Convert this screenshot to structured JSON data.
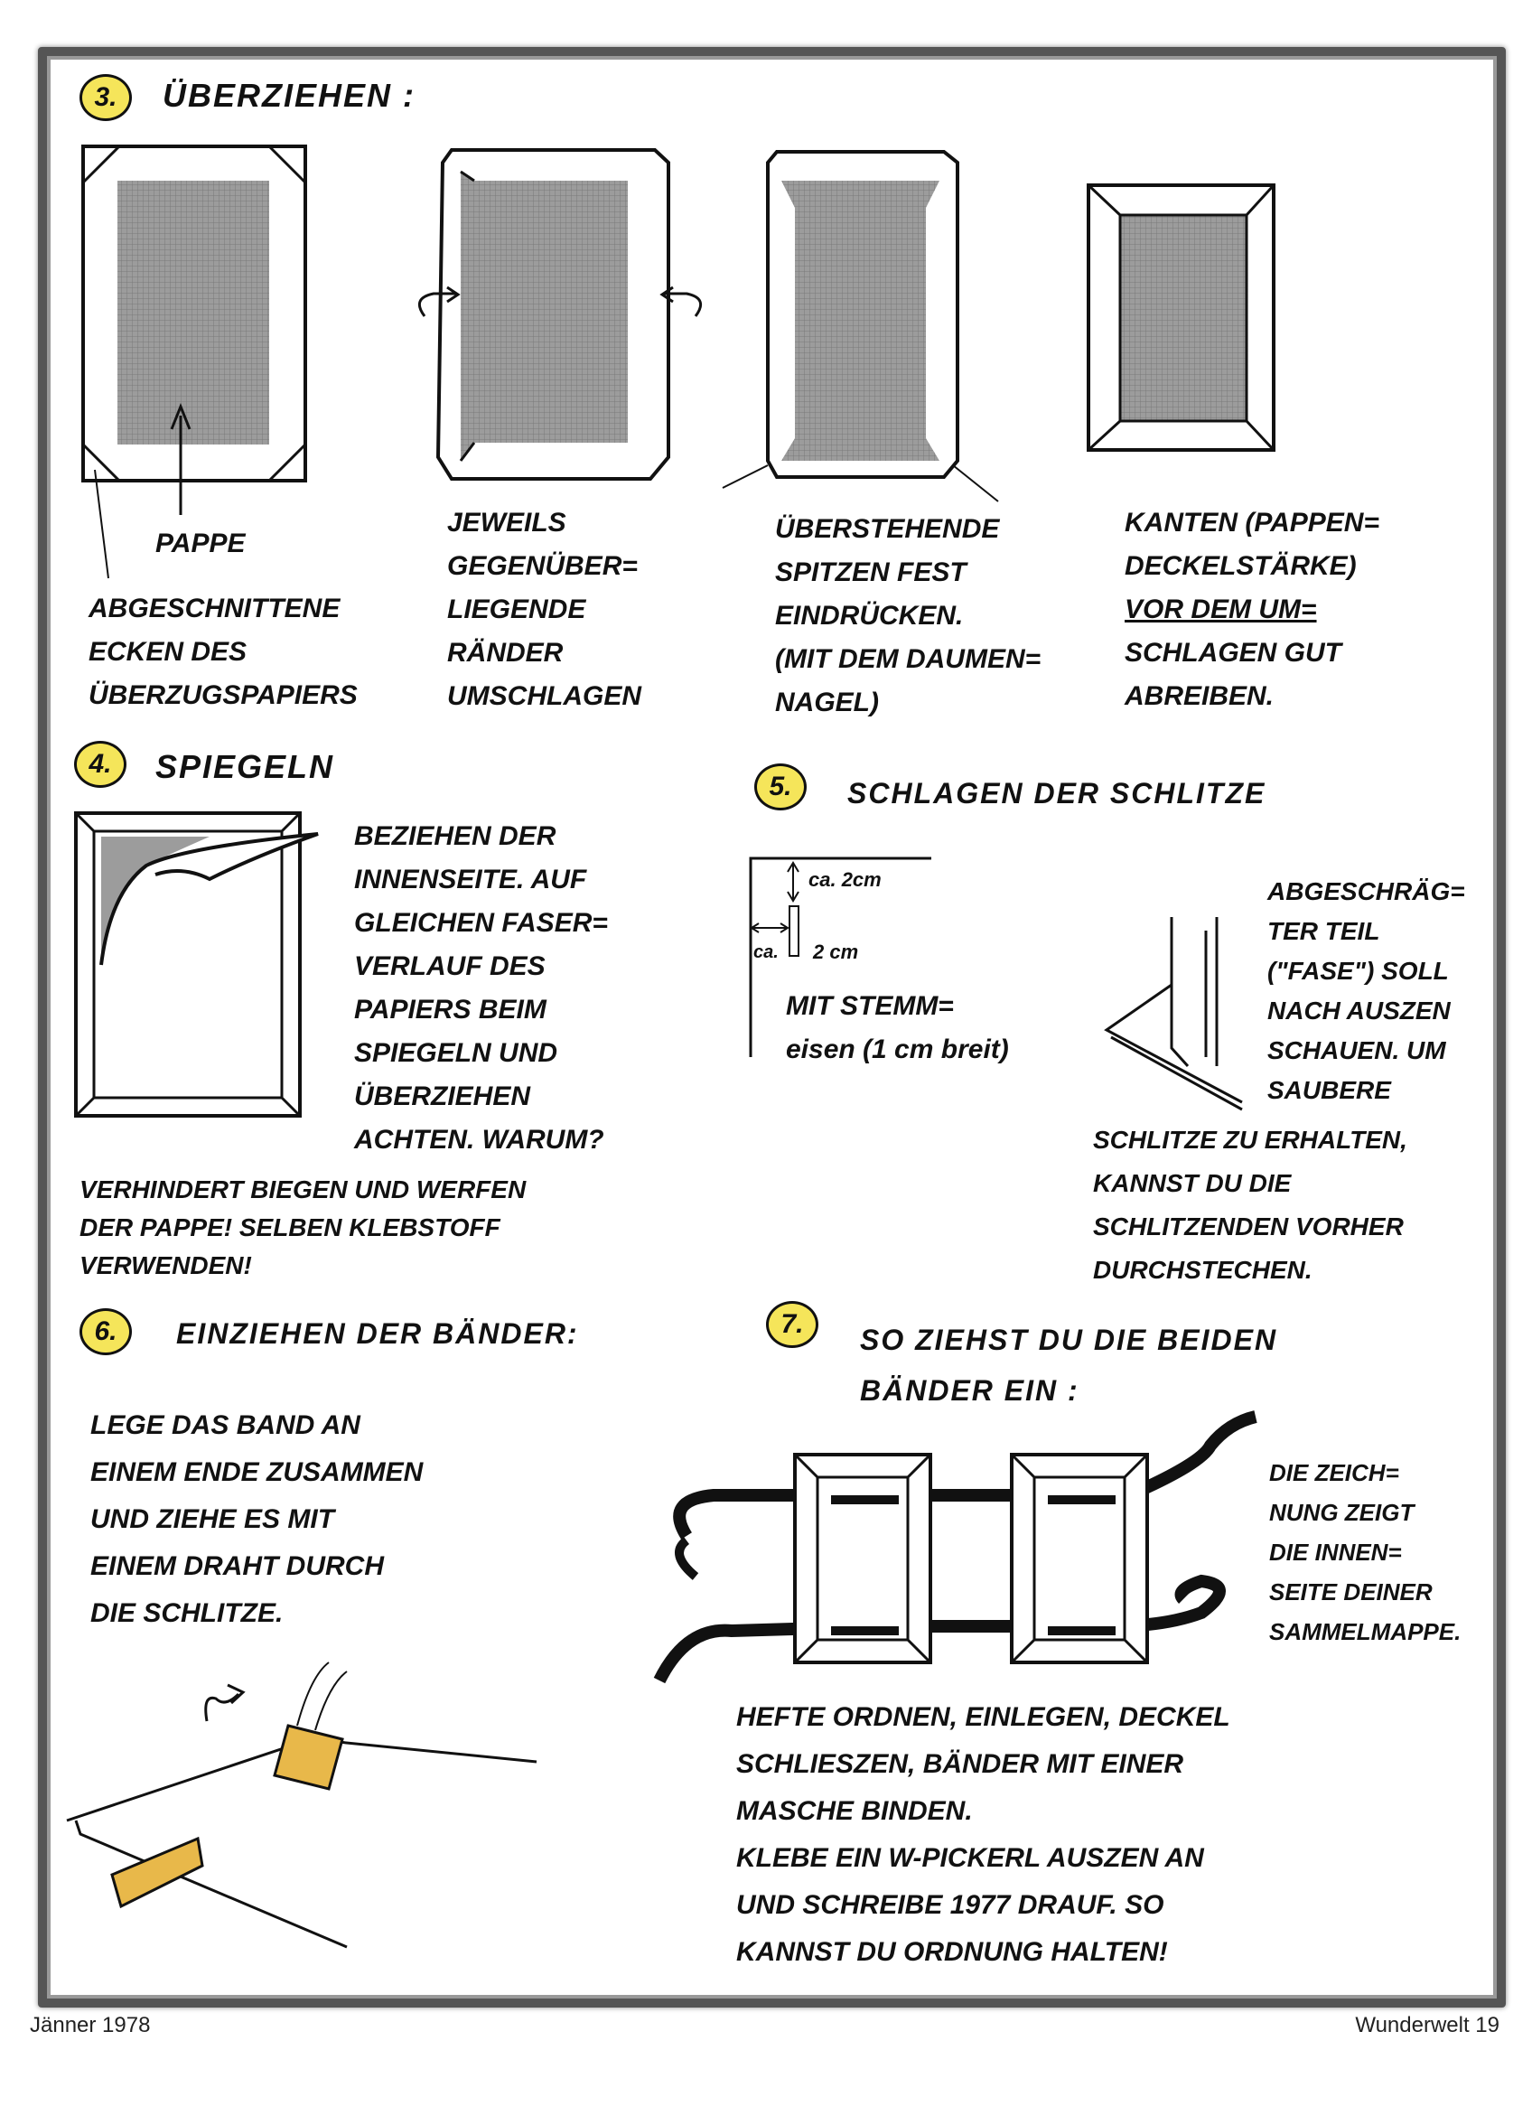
{
  "section3": {
    "number": "3.",
    "title": "Überziehen :",
    "label_pappe": "Pappe",
    "captions": [
      [
        "Abgeschnittene",
        "Ecken des",
        "Überzugspapiers"
      ],
      [
        "Jeweils",
        "gegenüber=",
        "liegende",
        "Ränder",
        "umschlagen"
      ],
      [
        "Überstehende",
        "Spitzen fest",
        "eindrücken.",
        "(Mit dem Daumen=",
        " Nagel)"
      ],
      [
        "Kanten (Pappen=",
        "deckelstärke)",
        "Vor dem um=",
        "schlagen gut",
        "abreiben."
      ]
    ]
  },
  "section4": {
    "number": "4.",
    "title": "Spiegeln",
    "text": [
      "Beziehen der",
      "Innenseite. Auf",
      "gleichen Faser=",
      "verlauf des",
      "Papiers beim",
      "Spiegeln und",
      "Überziehen",
      "achten. Warum?"
    ],
    "answer": [
      "Verhindert Biegen und Werfen",
      "der Pappe! Selben Klebstoff",
      "verwenden!"
    ]
  },
  "section5": {
    "number": "5.",
    "title": "Schlagen der Schlitze",
    "dim_top": "ca. 2cm",
    "dim_side": "ca.",
    "dim_len": "2 cm",
    "tool_text": [
      "Mit Stemm=",
      "eisen (1 cm breit)"
    ],
    "right_text": [
      "Abgeschräg=",
      "ter Teil",
      "(\"Fase\") soll",
      "nach auszen",
      "schauen. Um",
      "saubere"
    ],
    "bottom_text": [
      "Schlitze zu erhalten,",
      "kannst du die",
      "Schlitzenden vorher",
      "durchstechen."
    ]
  },
  "section6": {
    "number": "6.",
    "title": "Einziehen der Bänder:",
    "text": [
      "Lege das Band an",
      "einem Ende zusammen",
      "und ziehe es mit",
      "einem Draht durch",
      "die Schlitze."
    ]
  },
  "section7": {
    "number": "7.",
    "title": [
      "So ziehst du die beiden",
      "Bänder ein :"
    ],
    "side_text": [
      "Die Zeich=",
      "nung zeigt",
      "die innen=",
      "seite deiner",
      "Sammelmappe."
    ],
    "bottom_text": [
      "Hefte ordnen, einlegen, Deckel",
      "schlieszen, Bänder mit einer",
      "Masche binden.",
      "Klebe ein W-Pickerl auszen an",
      "und schreibe 1977 drauf. So",
      "kannst du Ordnung halten!"
    ]
  },
  "footer": {
    "left": "Jänner 1978",
    "right": "Wunderwelt 19"
  },
  "colors": {
    "tape": "#e8b84a",
    "badge": "#f5e55a",
    "grey": "#9a9a9a"
  }
}
